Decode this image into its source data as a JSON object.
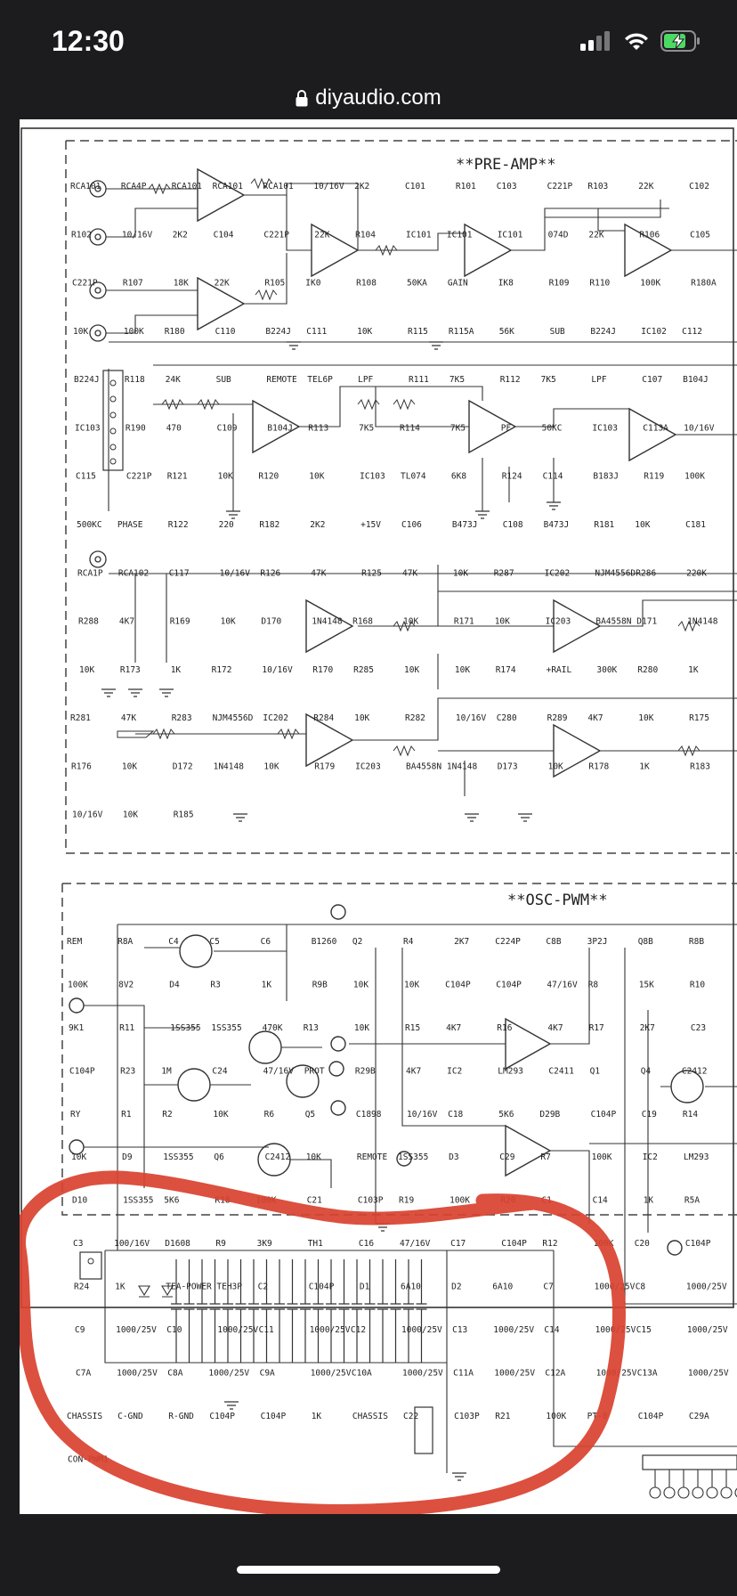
{
  "status_bar": {
    "time": "12:30",
    "icons": [
      "signal-icon",
      "wifi-icon",
      "battery-charging-icon"
    ],
    "battery_color": "#4cd964"
  },
  "browser": {
    "domain": "diyaudio.com",
    "lock_icon": "lock-icon"
  },
  "schematic": {
    "preamp_title": "**PRE-AMP**",
    "osc_title": "**OSC-PWM**",
    "annotation_color": "#d9412f",
    "preamp_labels": [
      "RCA101",
      "RCA4P",
      "RCA101",
      "RCA101",
      "RCA101",
      "10/16V",
      "2K2",
      "C101",
      "R101",
      "C103",
      "C221P",
      "R103",
      "22K",
      "C102",
      "R102",
      "10/16V",
      "2K2",
      "C104",
      "C221P",
      "22K",
      "R104",
      "IC101",
      "IC101",
      "IC101",
      "074D",
      "22K",
      "R106",
      "C105",
      "C221P",
      "R107",
      "18K",
      "22K",
      "R105",
      "IK0",
      "R108",
      "50KA",
      "GAIN",
      "IK8",
      "R109",
      "R110",
      "100K",
      "R180A",
      "10K",
      "100K",
      "R180",
      "C110",
      "B224J",
      "C111",
      "10K",
      "R115",
      "R115A",
      "56K",
      "SUB",
      "B224J",
      "IC102",
      "C112",
      "B224J",
      "R118",
      "24K",
      "SUB",
      "REMOTE",
      "TEL6P",
      "LPF",
      "R111",
      "7K5",
      "R112",
      "7K5",
      "LPF",
      "C107",
      "B104J",
      "IC103",
      "R190",
      "470",
      "C109",
      "B104J",
      "R113",
      "7K5",
      "R114",
      "7K5",
      "PF",
      "50KC",
      "IC103",
      "C113A",
      "10/16V",
      "C115",
      "C221P",
      "R121",
      "10K",
      "R120",
      "10K",
      "IC103",
      "TL074",
      "6K8",
      "R124",
      "C114",
      "B183J",
      "R119",
      "100K",
      "500KC",
      "PHASE",
      "R122",
      "220",
      "R182",
      "2K2",
      "+15V",
      "C106",
      "B473J",
      "C108",
      "B473J",
      "R181",
      "10K",
      "C181",
      "RCA1P",
      "RCA102",
      "C117",
      "10/16V",
      "R126",
      "47K",
      "R125",
      "47K",
      "10K",
      "R287",
      "IC202",
      "NJM4556D",
      "R286",
      "220K",
      "R288",
      "4K7",
      "R169",
      "10K",
      "D170",
      "1N4148",
      "R168",
      "10K",
      "R171",
      "10K",
      "IC203",
      "BA4558N",
      "D171",
      "1N4148",
      "10K",
      "R173",
      "1K",
      "R172",
      "10/16V",
      "R170",
      "R285",
      "10K",
      "10K",
      "R174",
      "+RAIL",
      "300K",
      "R280",
      "1K",
      "R281",
      "47K",
      "R283",
      "NJM4556D",
      "IC202",
      "R284",
      "10K",
      "R282",
      "10/16V",
      "C280",
      "R289",
      "4K7",
      "10K",
      "R175",
      "R176",
      "10K",
      "D172",
      "1N4148",
      "10K",
      "R179",
      "IC203",
      "BA4558N",
      "1N4148",
      "D173",
      "10K",
      "R178",
      "1K",
      "R183",
      "10/16V",
      "10K",
      "R185"
    ],
    "osc_labels": [
      "REM",
      "R8A",
      "C4",
      "C5",
      "C6",
      "B1260",
      "Q2",
      "R4",
      "2K7",
      "C224P",
      "C8B",
      "3P2J",
      "Q8B",
      "R8B",
      "100K",
      "8V2",
      "D4",
      "R3",
      "1K",
      "R9B",
      "10K",
      "10K",
      "C104P",
      "C104P",
      "47/16V",
      "R8",
      "15K",
      "R10",
      "9K1",
      "R11",
      "1SS355",
      "1SS355",
      "470K",
      "R13",
      "10K",
      "R15",
      "4K7",
      "R16",
      "4K7",
      "R17",
      "2K7",
      "C23",
      "C104P",
      "R23",
      "1M",
      "C24",
      "47/16V",
      "PROT",
      "R29B",
      "4K7",
      "IC2",
      "LM293",
      "C2411",
      "Q1",
      "Q4",
      "C2412",
      "RY",
      "R1",
      "R2",
      "10K",
      "R6",
      "Q5",
      "C1898",
      "10/16V",
      "C18",
      "5K6",
      "D29B",
      "C104P",
      "C19",
      "R14",
      "10K",
      "D9",
      "1SS355",
      "Q6",
      "C2412",
      "10K",
      "REMOTE",
      "1SS355",
      "D3",
      "C29",
      "R7",
      "100K",
      "IC2",
      "LM293",
      "D10",
      "1SS355",
      "5K6",
      "R18",
      "100K",
      "C21",
      "C103P",
      "R19",
      "100K",
      "R20",
      "C1",
      "C14",
      "1K",
      "R5A",
      "C3",
      "100/16V",
      "D1608",
      "R9",
      "3K9",
      "TH1",
      "C16",
      "47/16V",
      "C17",
      "C104P",
      "R12",
      "100K",
      "C20",
      "C104P",
      "R24",
      "1K",
      "TEA-POWER",
      "TEH3P",
      "C2",
      "C104P",
      "D1",
      "6A10",
      "D2",
      "6A10",
      "C7",
      "1000/25V",
      "C8",
      "1000/25V",
      "C9",
      "1000/25V",
      "C10",
      "1000/25V",
      "C11",
      "1000/25V",
      "C12",
      "1000/25V",
      "C13",
      "1000/25V",
      "C14",
      "1000/25V",
      "C15",
      "1000/25V",
      "C7A",
      "1000/25V",
      "C8A",
      "1000/25V",
      "C9A",
      "1000/25V",
      "C10A",
      "1000/25V",
      "C11A",
      "1000/25V",
      "C12A",
      "1000/25V",
      "C13A",
      "1000/25V",
      "CHASSIS",
      "C-GND",
      "R-GND",
      "C104P",
      "C104P",
      "1K",
      "CHASSIS",
      "C22",
      "C103P",
      "R21",
      "100K",
      "PT-0",
      "C104P",
      "C29A",
      "CON-PWM1"
    ]
  }
}
